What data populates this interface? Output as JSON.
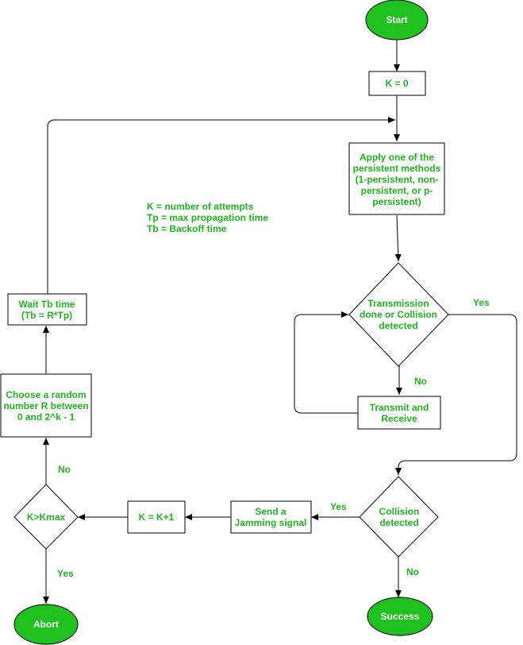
{
  "nodes": {
    "start": "Start",
    "k_init": "K = 0",
    "apply": [
      "Apply one of the",
      "persistent methods",
      "(1-persistent, non-",
      "persistent, or p-",
      "persistent)"
    ],
    "tx_done": [
      "Transmission",
      "done or Collision",
      "detected"
    ],
    "tx_recv": [
      "Transmit and",
      "Receive"
    ],
    "collision": [
      "Collision",
      "detected"
    ],
    "success": "Success",
    "jam": [
      "Send a",
      "Jamming signal"
    ],
    "k_inc": "K = K+1",
    "k_check": "K>Kmax",
    "abort": "Abort",
    "choose_r": [
      "Choose a random",
      "number R between",
      "0 and 2^k - 1"
    ],
    "wait": [
      "Wait Tb time",
      "(Tb = R*Tp)"
    ]
  },
  "legend": [
    "K = number of attempts",
    "Tp = max propagation time",
    "Tb = Backoff time"
  ],
  "edge_labels": {
    "tx_yes": "Yes",
    "tx_no": "No",
    "collision_yes": "Yes",
    "collision_no": "No",
    "kmax_no": "No",
    "kmax_yes": "Yes"
  },
  "colors": {
    "text": "#22b422",
    "terminal_fill": "#1fc11f",
    "stroke": "#000000"
  }
}
